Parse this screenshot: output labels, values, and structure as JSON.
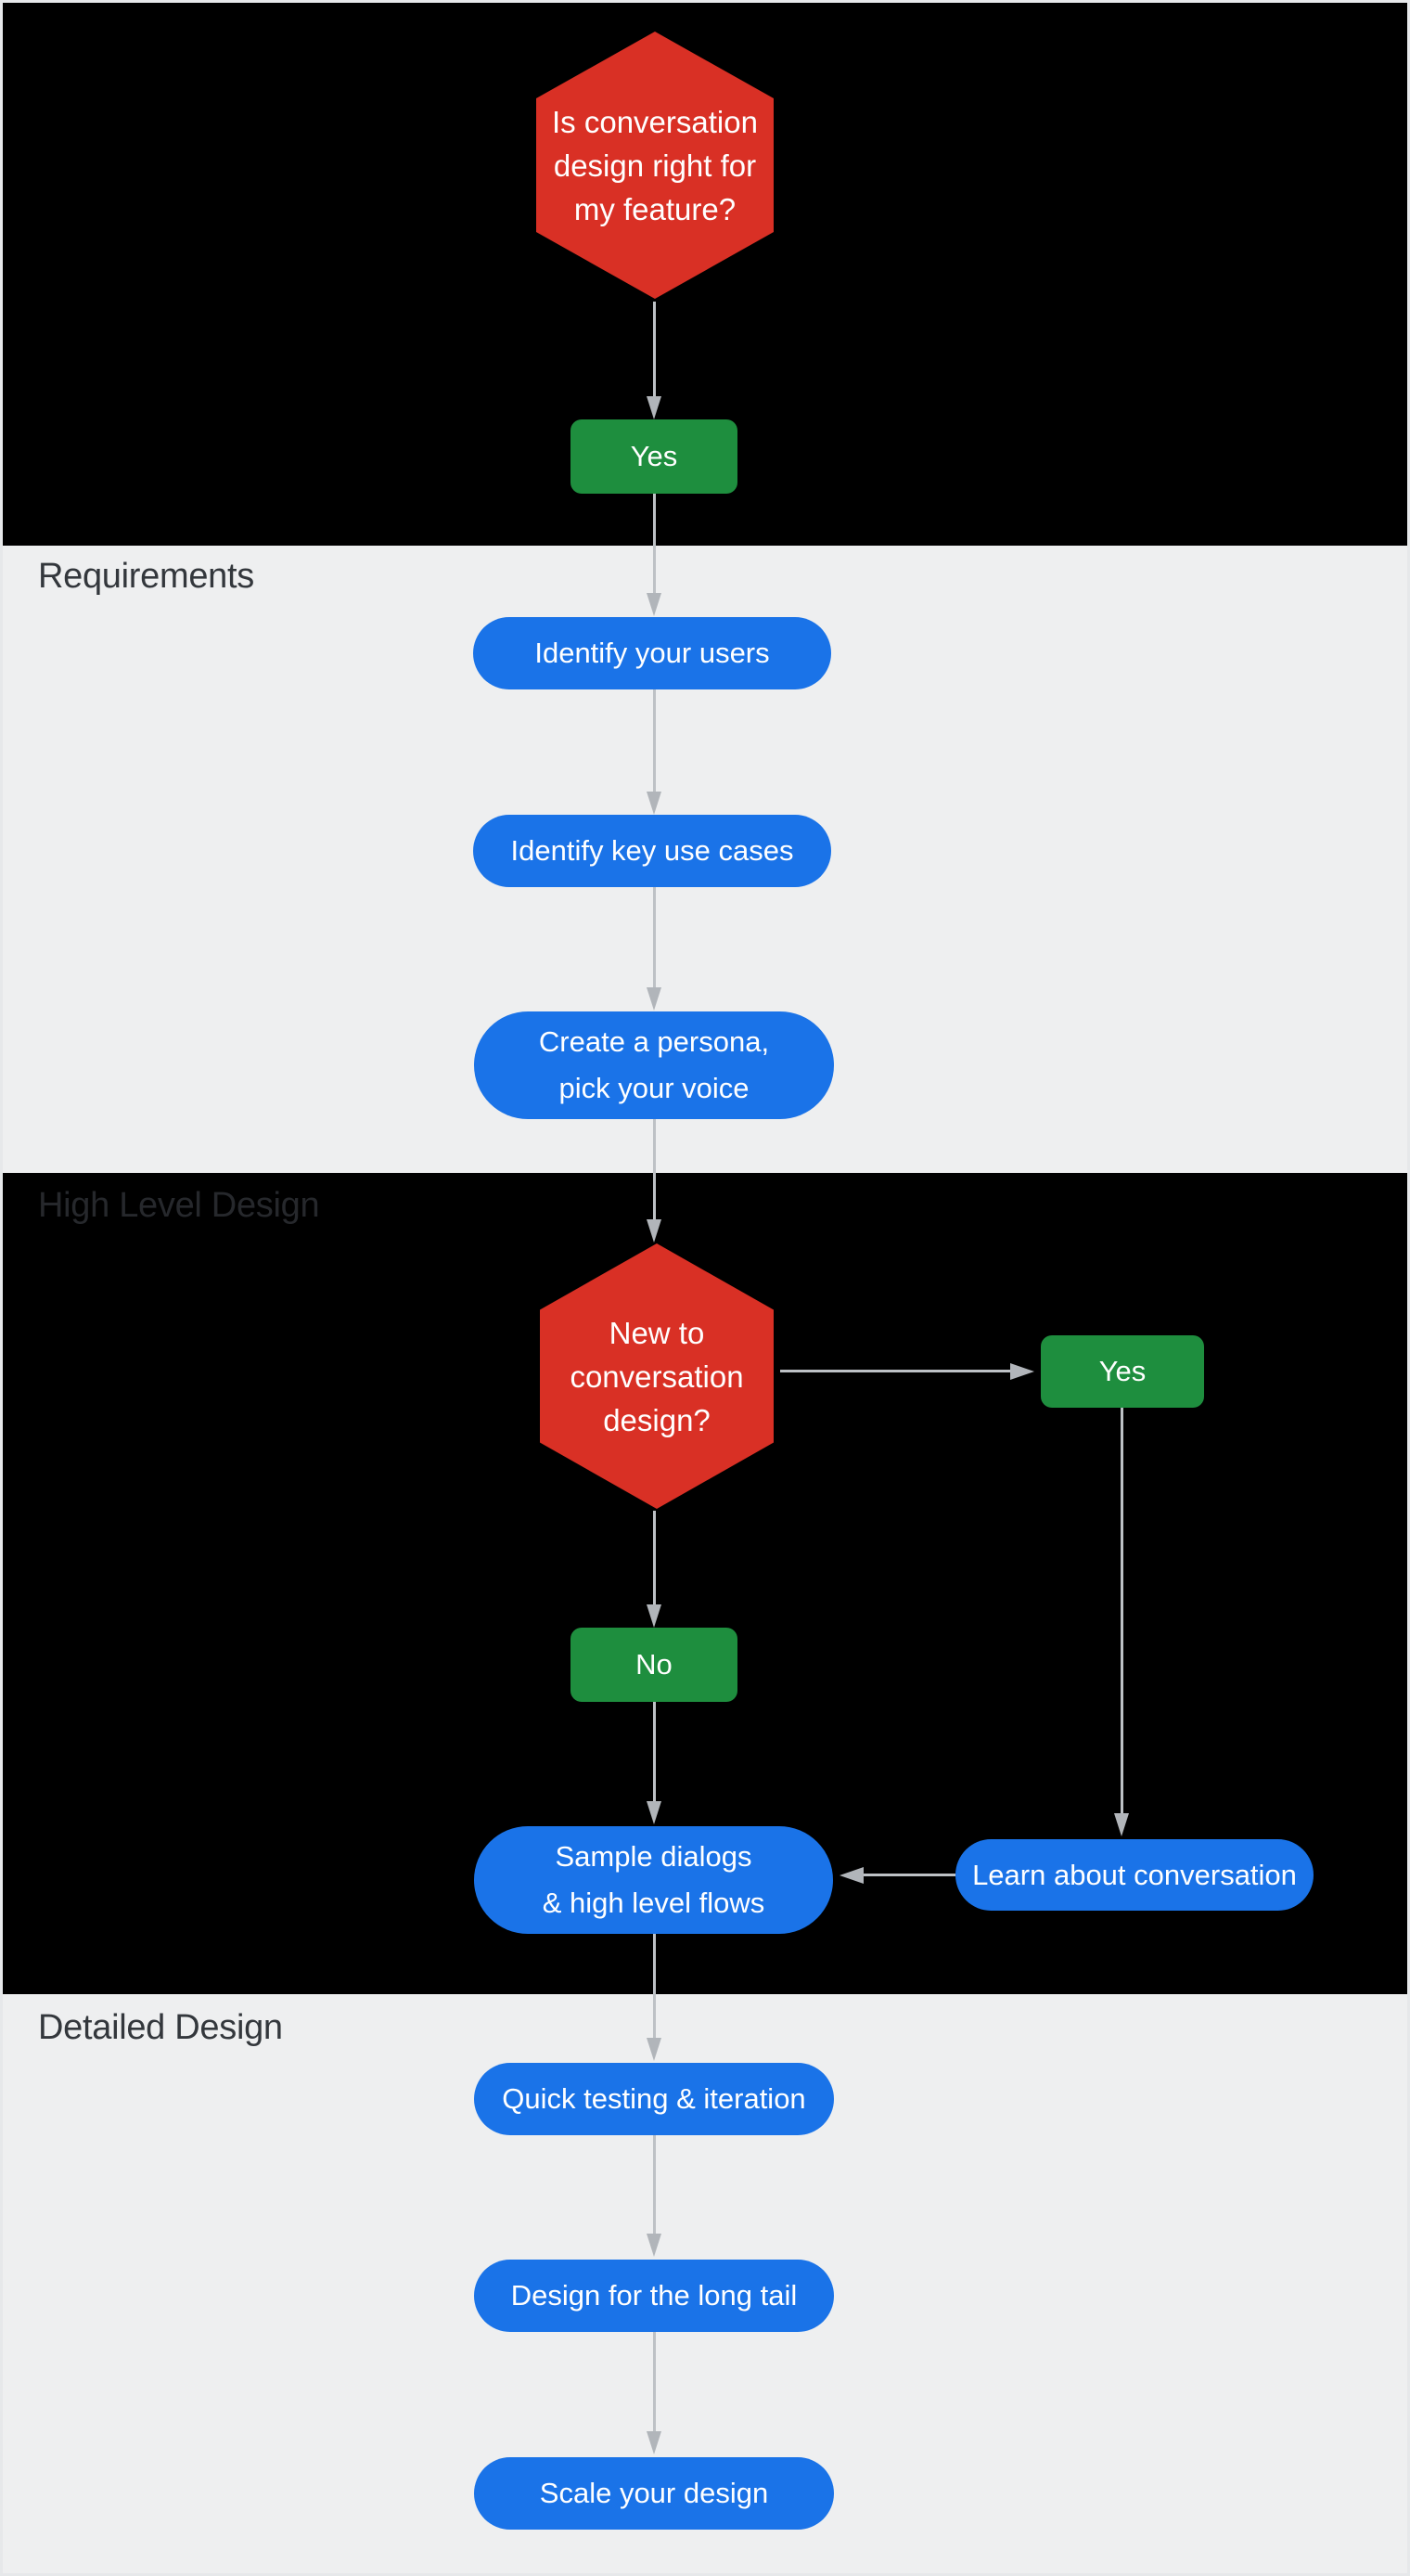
{
  "palette": {
    "section_black": "#000000",
    "section_gray": "#eeeff0",
    "node_blue": "#1a73e8",
    "node_green": "#1e8e3e",
    "node_red": "#d93025",
    "connector_gray": "#bdc1c5",
    "label_dark": "#33373c",
    "label_on_black": "#26282c",
    "node_text": "#ffffff",
    "page_border": "#e6e8ea"
  },
  "sections": {
    "requirements": "Requirements",
    "high_level_design": "High Level Design",
    "detailed_design": "Detailed Design"
  },
  "nodes": {
    "hex_feature_fit": {
      "line1": "Is conversation",
      "line2": "design right for",
      "line3": "my feature?"
    },
    "yes_top": "Yes",
    "identify_users": "Identify your users",
    "key_use_cases": "Identify key use cases",
    "persona": {
      "line1": "Create a persona,",
      "line2": "pick your voice"
    },
    "hex_new_to_cd": {
      "line1": "New to",
      "line2": "conversation",
      "line3": "design?"
    },
    "yes_right": "Yes",
    "no_branch": "No",
    "sample_dialogs": {
      "line1": "Sample dialogs",
      "line2": "& high level flows"
    },
    "learn_conversation": "Learn about conversation",
    "quick_testing": "Quick testing & iteration",
    "long_tail": "Design for the long tail",
    "scale_design": "Scale your design"
  }
}
